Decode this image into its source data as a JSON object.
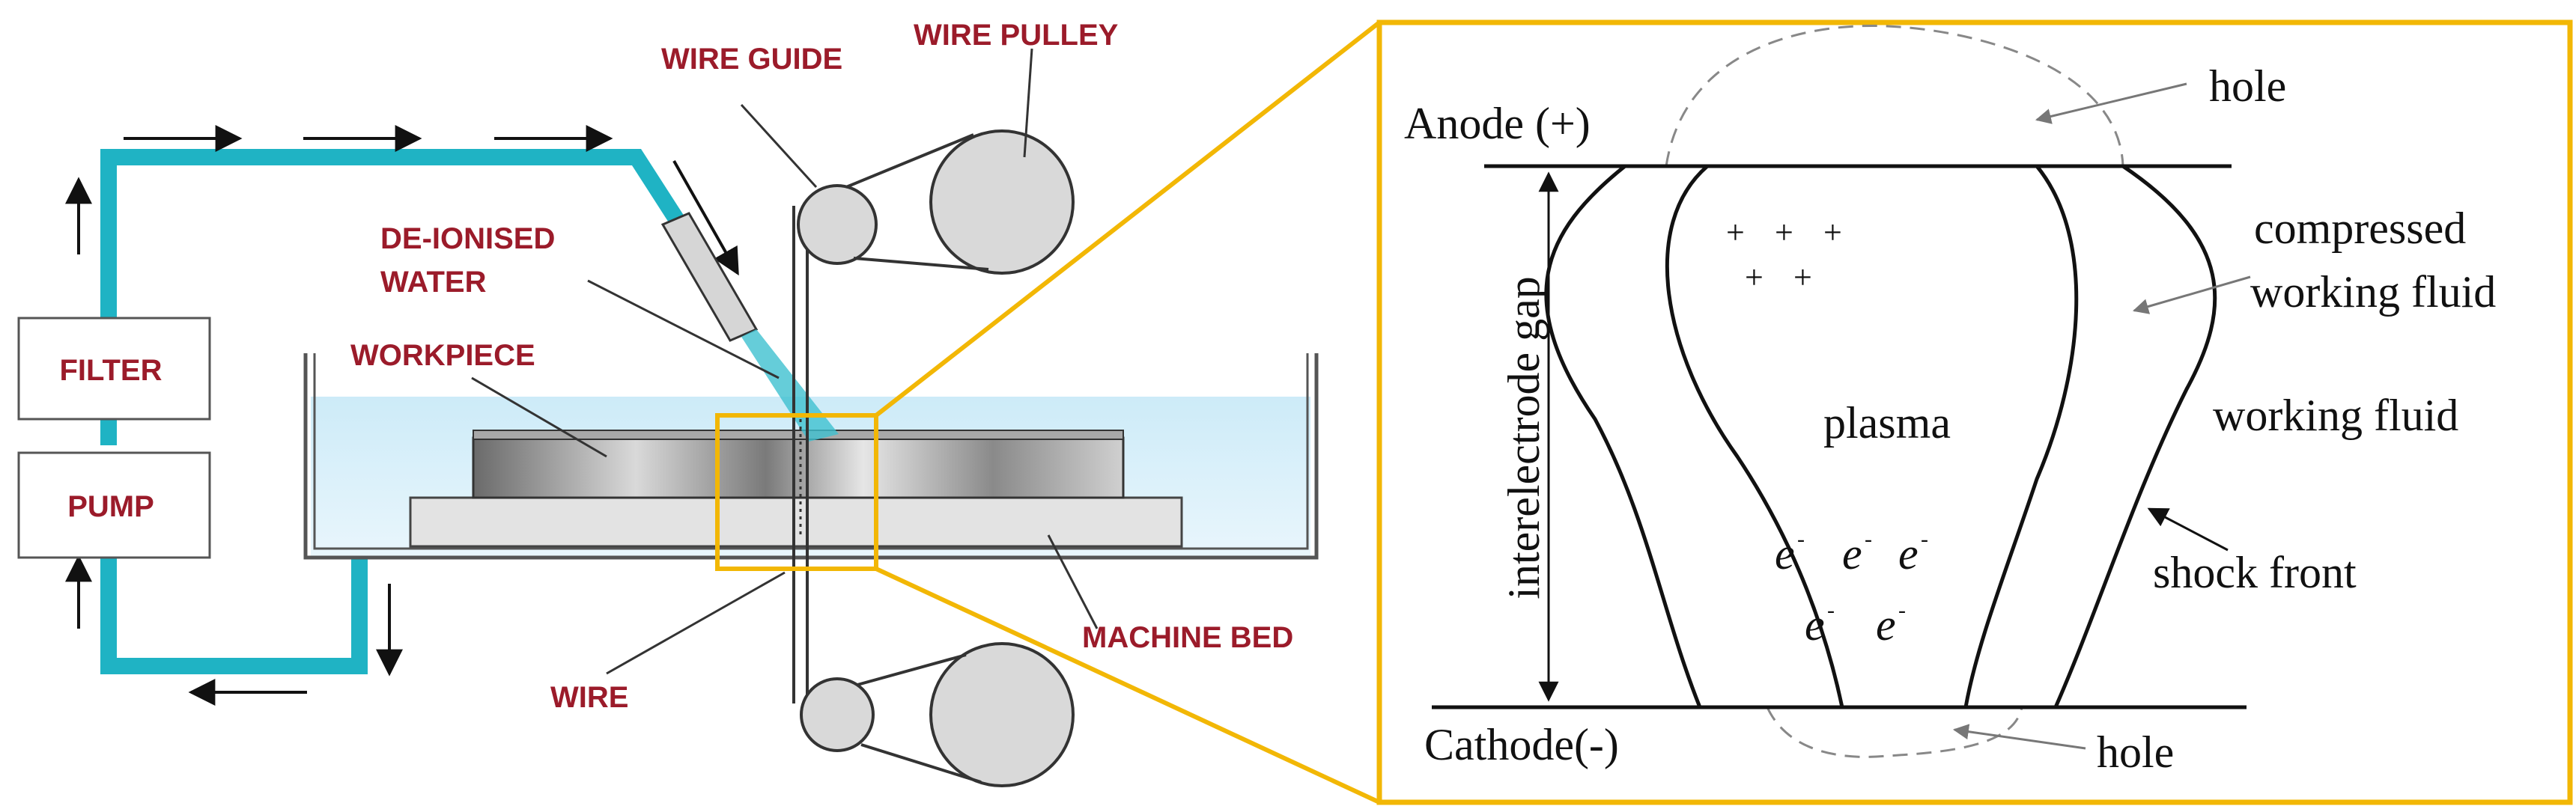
{
  "left_diagram": {
    "labels": {
      "wire_guide": "WIRE GUIDE",
      "wire_pulley": "WIRE PULLEY",
      "deionised_line1": "DE-IONISED",
      "deionised_line2": "WATER",
      "workpiece": "WORKPIECE",
      "filter": "FILTER",
      "pump": "PUMP",
      "wire": "WIRE",
      "machine_bed": "MACHINE BED"
    },
    "colors": {
      "pipe": "#1fb3c4",
      "label": "#9b1b2a",
      "water_top": "#bfe6f7",
      "zoom_frame": "#f2b705"
    }
  },
  "right_diagram": {
    "labels": {
      "anode": "Anode (+)",
      "cathode": "Cathode(-)",
      "hole_top": "hole",
      "hole_bottom": "hole",
      "gap": "interelectrode gap",
      "compressed_line1": "compressed",
      "compressed_line2": "working fluid",
      "working_fluid": "working fluid",
      "plasma": "plasma",
      "shock_front": "shock front",
      "plus_sign": "+",
      "electron": "e",
      "electron_charge": "-"
    }
  }
}
